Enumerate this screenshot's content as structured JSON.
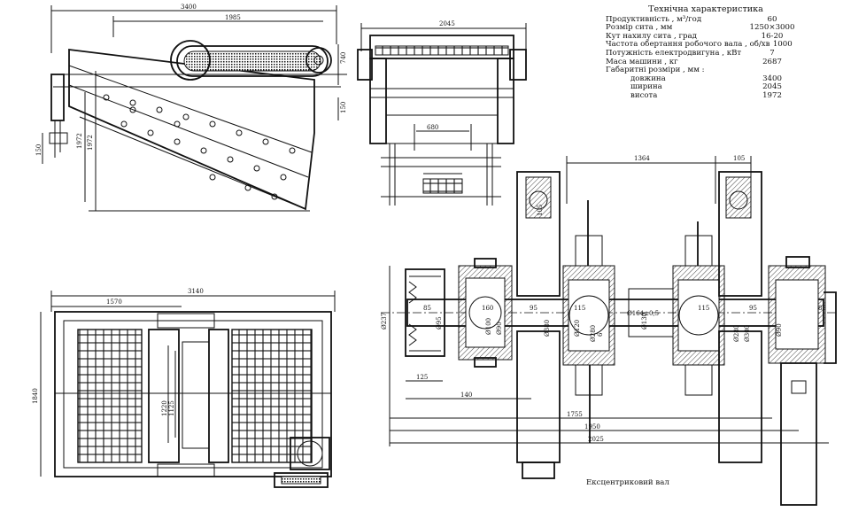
{
  "spec": {
    "title": "Технічна характеристика",
    "rows": [
      {
        "label": "Продуктивність , м³/год",
        "value": "60"
      },
      {
        "label": "Розмір сита , мм",
        "value": "1250×3000"
      },
      {
        "label": "Кут нахилу сита , град",
        "value": "16-20"
      },
      {
        "label": "Частота обертання робочого вала , об/хв",
        "value": "1000"
      },
      {
        "label": "Потужність електродвигуна , кВт",
        "value": "7"
      },
      {
        "label": "Маса машини , кг",
        "value": "2687"
      },
      {
        "label": "Габаритні розміри , мм :",
        "value": ""
      },
      {
        "label": "довжина",
        "value": "3400"
      },
      {
        "label": "ширина",
        "value": "2045"
      },
      {
        "label": "висота",
        "value": "1972"
      }
    ]
  },
  "caption": "Ексцентриковий вал",
  "dims": {
    "side_length": "3400",
    "side_offset": "1985",
    "side_height": "1972",
    "side_right_1": "740",
    "side_right_2": "150",
    "side_left": "150",
    "front_width": "2045",
    "front_inner": "680",
    "plan_length": "3140",
    "plan_partial": "1570",
    "plan_width": "1840",
    "plan_mid_1": "1220",
    "plan_mid_2": "1125",
    "shaft_top_span": "1364",
    "shaft_top_right": "105",
    "shaft_left_gap": "105",
    "shaft_pulley_dia": "Ø237",
    "shaft_seg_1": "85",
    "shaft_seg_2": "160",
    "shaft_seg_3": "95",
    "shaft_seg_4": "115",
    "shaft_seg_5": "115",
    "shaft_seg_6": "95",
    "shaft_center": "Ø164±0,5",
    "shaft_d_1": "Ø95",
    "shaft_d_2": "Ø100",
    "shaft_d_3": "Ø90",
    "shaft_d_4": "Ø380",
    "shaft_d_5": "Ø120",
    "shaft_d_6": "Ø280",
    "shaft_d_7": "Ø130",
    "shaft_d_8": "Ø280",
    "shaft_d_9": "Ø300",
    "shaft_d_10": "Ø90",
    "shaft_e": "6",
    "shaft_b_1": "125",
    "shaft_b_2": "140",
    "shaft_b_3": "1755",
    "shaft_b_4": "1950",
    "shaft_b_5": "2025"
  }
}
